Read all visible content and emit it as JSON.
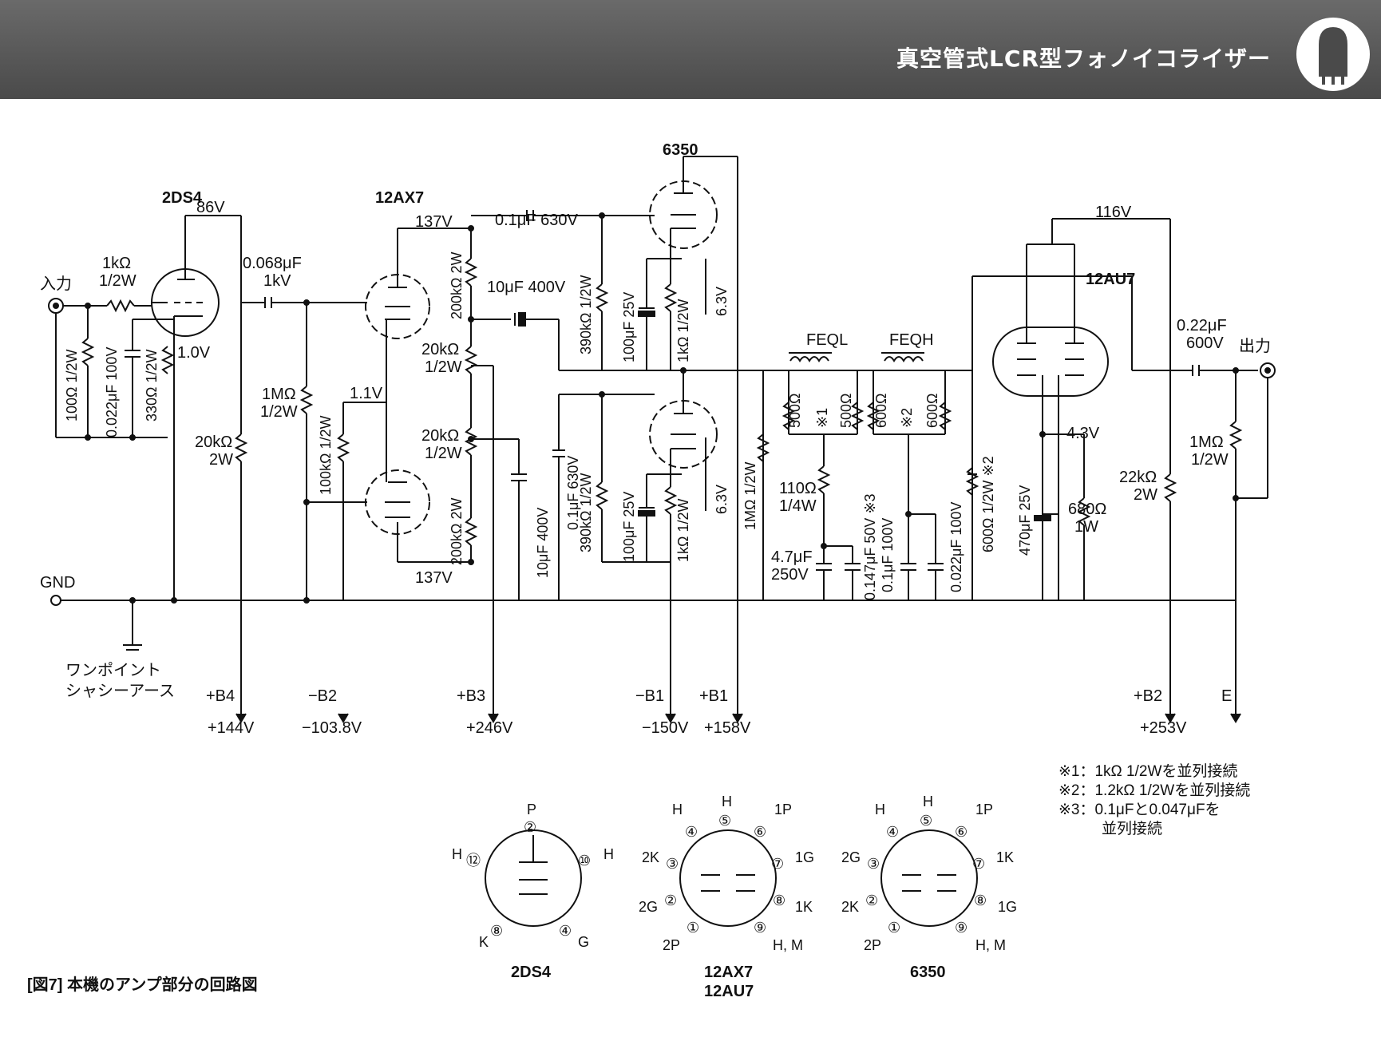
{
  "header": {
    "title": "真空管式LCR型フォノイコライザー",
    "logo_icon": "vacuum-tube-icon"
  },
  "caption": "[図7] 本機のアンプ部分の回路図",
  "tubes": {
    "v1": "2DS4",
    "v2": "12AX7",
    "v3": "6350",
    "v4": "12AU7"
  },
  "labels": {
    "input": "入力",
    "output": "出力",
    "gnd": "GND",
    "chassis1": "ワンポイント",
    "chassis2": "シャシーアース",
    "v86": "86V",
    "v10": "1.0V",
    "v137a": "137V",
    "v137b": "137V",
    "v11": "1.1V",
    "v63a": "6.3V",
    "v63b": "6.3V",
    "v116": "116V",
    "v43": "4.3V",
    "r1k": "1kΩ",
    "r1k_w": "1/2W",
    "c068": "0.068μF",
    "c068_v": "1kV",
    "c01_630": "0.1μF 630V",
    "r200k_2w_a": "200kΩ 2W",
    "c10u": "10μF 400V",
    "r390k_a": "390kΩ 1/2W",
    "c100u_a": "100μF 25V",
    "r1k_a": "1kΩ 1/2W",
    "r20k_a1": "20kΩ",
    "r20k_a2": "1/2W",
    "r20k_b1": "20kΩ",
    "r20k_b2": "1/2W",
    "r200k_2w_b": "200kΩ 2W",
    "c10u_b": "10μF 400V",
    "c01_630b": "0.1μF 630V",
    "r390k_b": "390kΩ 1/2W",
    "c100u_b": "100μF 25V",
    "r1k_b": "1kΩ 1/2W",
    "r100": "100Ω 1/2W",
    "c0022": "0.022μF 100V",
    "r330": "330Ω 1/2W",
    "r20k_2w1": "20kΩ",
    "r20k_2w2": "2W",
    "r1m_a1": "1MΩ",
    "r1m_a2": "1/2W",
    "r100k": "100kΩ 1/2W",
    "r1m_b": "1MΩ 1/2W",
    "feql": "FEQL",
    "feqh": "FEQH",
    "r500a": "500Ω",
    "r500b": "500Ω",
    "note1": "※1",
    "r600a": "600Ω",
    "r600b": "600Ω",
    "note2": "※2",
    "r110a": "110Ω",
    "r110b": "1/4W",
    "c47a": "4.7μF",
    "c47b": "250V",
    "c0147": "0.147μF 50V ※3",
    "c01_100": "0.1μF 100V",
    "c0022b": "0.022μF 100V",
    "r600_2w": "600Ω 1/2W ※2",
    "c470": "470μF 25V",
    "r680a": "680Ω",
    "r680b": "1W",
    "c022a": "0.22μF",
    "c022b": "600V",
    "r1m_c1": "1MΩ",
    "r1m_c2": "1/2W",
    "r22k1": "22kΩ",
    "r22k2": "2W",
    "b4": "+B4",
    "b4v": "+144V",
    "mb2": "−B2",
    "mb2v": "−103.8V",
    "b3": "+B3",
    "b3v": "+246V",
    "mb1": "−B1",
    "mb1v": "−150V",
    "b1": "+B1",
    "b1v": "+158V",
    "b2": "+B2",
    "b2v": "+253V",
    "e": "E"
  },
  "notes": [
    "※1：1kΩ 1/2Wを並列接続",
    "※2：1.2kΩ 1/2Wを並列接続",
    "※3：0.1μFと0.047μFを",
    "並列接続"
  ],
  "pinouts": {
    "p2ds4": {
      "name": "2DS4",
      "pins": [
        "P",
        "②",
        "H",
        "⑫",
        "⑩",
        "H",
        "K",
        "⑧",
        "④",
        "G"
      ]
    },
    "p12ax7": {
      "name1": "12AX7",
      "name2": "12AU7",
      "pins": [
        "H",
        "④",
        "H",
        "⑤",
        "1P",
        "⑥",
        "2K",
        "③",
        "⑦",
        "1G",
        "2G",
        "②",
        "⑧",
        "1K",
        "2P",
        "①",
        "⑨",
        "H, M"
      ]
    },
    "p6350": {
      "name": "6350",
      "pins": [
        "H",
        "④",
        "H",
        "⑤",
        "1P",
        "⑥",
        "2G",
        "③",
        "⑦",
        "1K",
        "2K",
        "②",
        "⑧",
        "1G",
        "2P",
        "①",
        "⑨",
        "H, M"
      ]
    }
  }
}
